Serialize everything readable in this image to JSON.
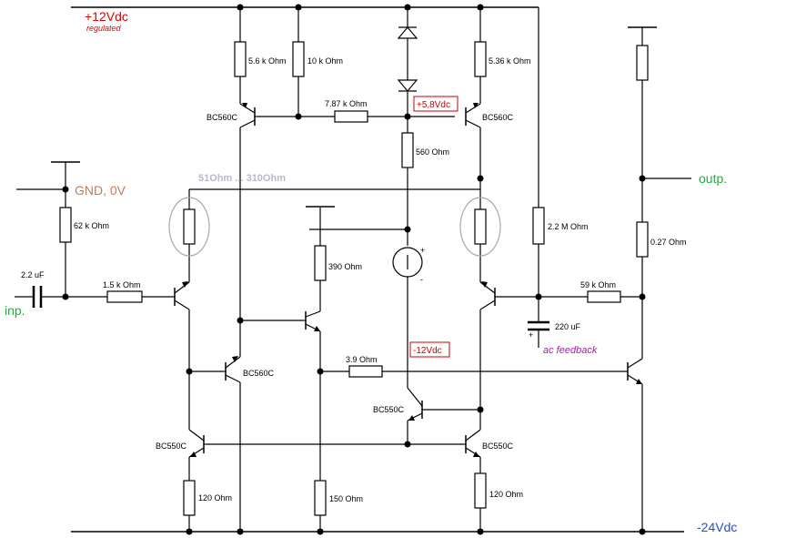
{
  "rails": {
    "positive": "+12Vdc",
    "positive_note": "regulated",
    "negative": "-24Vdc",
    "ground": "GND, 0V"
  },
  "ports": {
    "input": "inp.",
    "output": "outp."
  },
  "notes": {
    "tap_5v8": "+5,8Vdc",
    "tap_neg12": "-12Vdc",
    "adjust_range": "51Ohm ... 310Ohm",
    "ac_feedback": "ac feedback"
  },
  "resistors": {
    "r_5k6": "5.6 k Ohm",
    "r_10k": "10 k Ohm",
    "r_7k87": "7.87 k Ohm",
    "r_5k36": "5.36 k Ohm",
    "r_560": "560  Ohm",
    "r_62k": "62 k Ohm",
    "r_1k5": "1.5 k Ohm",
    "r_390": "390  Ohm",
    "r_2m2": "2.2 M Ohm",
    "r_0k27": "0.27  Ohm",
    "r_59k": "59 k Ohm",
    "r_3k9": "3.9  Ohm",
    "r_120_left": "120  Ohm",
    "r_150": "150  Ohm",
    "r_120_right": "120  Ohm"
  },
  "capacitors": {
    "c_input": "2.2 uF",
    "c_feedback": "220 uF"
  },
  "transistors": {
    "q_bc560_top_left": "BC560C",
    "q_bc560_top_right": "BC560C",
    "q_bc560_mid": "BC560C",
    "q_bc550_left": "BC550C",
    "q_bc550_mid": "BC550C",
    "q_bc550_right": "BC550C"
  },
  "source_polarity": {
    "plus": "+",
    "minus": "-"
  },
  "colors": {
    "supply_positive": "#e00000",
    "supply_negative": "#1f4fd0",
    "ground": "#c8785a",
    "port": "#1fae3a",
    "note_box": "#cc0000",
    "adjust_hint": "#a8a8a8",
    "feedback": "#a020a0"
  }
}
